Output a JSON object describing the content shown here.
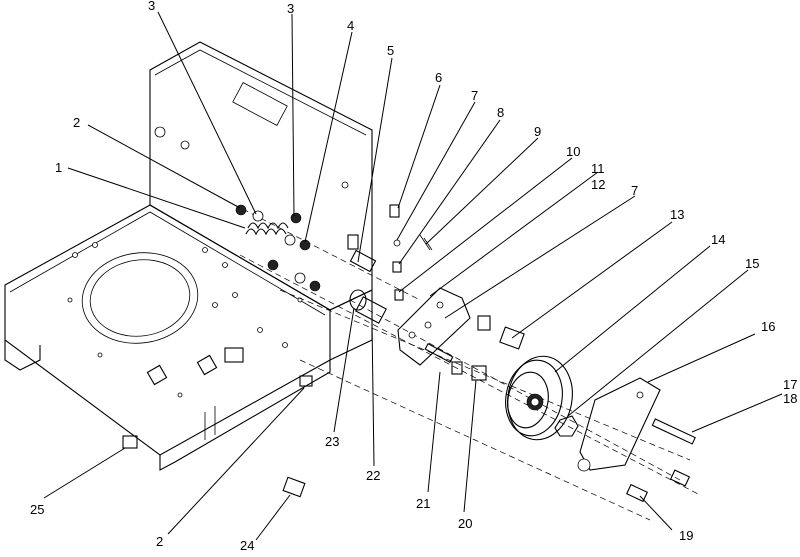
{
  "callouts": [
    "1",
    "2",
    "3",
    "3",
    "4",
    "5",
    "6",
    "7",
    "8",
    "9",
    "10",
    "11",
    "12",
    "7",
    "13",
    "14",
    "15",
    "16",
    "17",
    "18",
    "19",
    "20",
    "21",
    "22",
    "23",
    "2",
    "24",
    "25"
  ]
}
